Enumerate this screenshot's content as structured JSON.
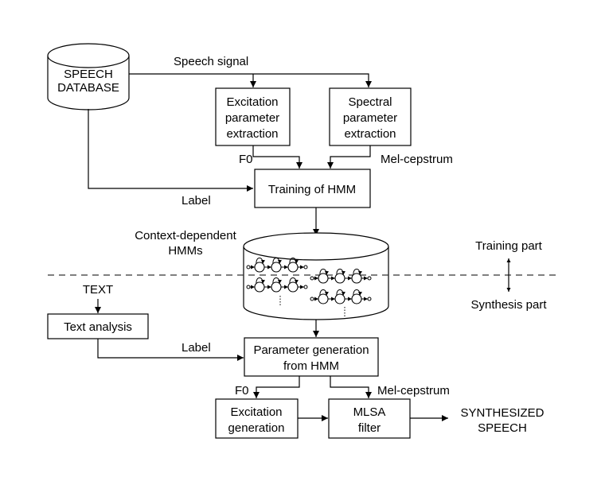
{
  "database": {
    "line1": "SPEECH",
    "line2": "DATABASE"
  },
  "speech_signal_label": "Speech signal",
  "excitation_extraction": {
    "line1": "Excitation",
    "line2": "parameter",
    "line3": "extraction"
  },
  "spectral_extraction": {
    "line1": "Spectral",
    "line2": "parameter",
    "line3": "extraction"
  },
  "f0_label_top": "F0",
  "mel_label_top": "Mel-cepstrum",
  "label_top": "Label",
  "training_hmm": "Training of HMM",
  "context_hmms": {
    "line1": "Context-dependent",
    "line2": "HMMs"
  },
  "training_part": "Training part",
  "synthesis_part": "Synthesis part",
  "text_input": "TEXT",
  "text_analysis": "Text analysis",
  "label_bottom": "Label",
  "param_generation": {
    "line1": "Parameter generation",
    "line2": "from HMM"
  },
  "f0_label_bottom": "F0",
  "mel_label_bottom": "Mel-cepstrum",
  "excitation_generation": {
    "line1": "Excitation",
    "line2": "generation"
  },
  "mlsa_filter": {
    "line1": "MLSA",
    "line2": "filter"
  },
  "synthesized_speech": {
    "line1": "SYNTHESIZED",
    "line2": "SPEECH"
  }
}
